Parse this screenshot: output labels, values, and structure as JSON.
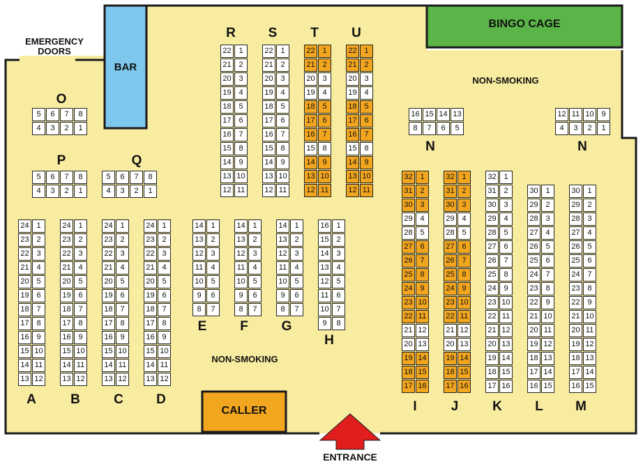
{
  "colors": {
    "floor": "#f8eca0",
    "wall": "#1a1a1a",
    "bar": "#7ec8ee",
    "bingo_cage": "#5ab447",
    "caller": "#f2a51e",
    "entrance_arrow": "#e01e1e",
    "highlighted_seat": "#f2a51e"
  },
  "labels": {
    "emergency_line1": "EMERGENCY",
    "emergency_line2": "DOORS",
    "bar": "BAR",
    "bingo_cage": "BINGO CAGE",
    "non_smoking_top": "NON-SMOKING",
    "non_smoking_bottom": "NON-SMOKING",
    "caller": "CALLER",
    "entrance": "ENTRANCE"
  },
  "sections": [
    {
      "id": "O",
      "label": "O",
      "rows": [
        [
          "5",
          "6",
          "7",
          "8"
        ],
        [
          "4",
          "3",
          "2",
          "1"
        ]
      ],
      "highlighted": []
    },
    {
      "id": "P",
      "label": "P",
      "rows": [
        [
          "5",
          "6",
          "7",
          "8"
        ],
        [
          "4",
          "3",
          "2",
          "1"
        ]
      ],
      "highlighted": []
    },
    {
      "id": "Q",
      "label": "Q",
      "rows": [
        [
          "5",
          "6",
          "7",
          "8"
        ],
        [
          "4",
          "3",
          "2",
          "1"
        ]
      ],
      "highlighted": []
    },
    {
      "id": "R",
      "label": "R",
      "rows": [
        [
          "22",
          "1"
        ],
        [
          "21",
          "2"
        ],
        [
          "20",
          "3"
        ],
        [
          "19",
          "4"
        ],
        [
          "18",
          "5"
        ],
        [
          "17",
          "6"
        ],
        [
          "16",
          "7"
        ],
        [
          "15",
          "8"
        ],
        [
          "14",
          "9"
        ],
        [
          "13",
          "10"
        ],
        [
          "12",
          "11"
        ]
      ],
      "highlighted": []
    },
    {
      "id": "S",
      "label": "S",
      "rows": [
        [
          "22",
          "1"
        ],
        [
          "21",
          "2"
        ],
        [
          "20",
          "3"
        ],
        [
          "19",
          "4"
        ],
        [
          "18",
          "5"
        ],
        [
          "17",
          "6"
        ],
        [
          "16",
          "7"
        ],
        [
          "15",
          "8"
        ],
        [
          "14",
          "9"
        ],
        [
          "13",
          "10"
        ],
        [
          "12",
          "11"
        ]
      ],
      "highlighted": []
    },
    {
      "id": "T",
      "label": "T",
      "rows": [
        [
          "22",
          "1"
        ],
        [
          "21",
          "2"
        ],
        [
          "20",
          "3"
        ],
        [
          "19",
          "4"
        ],
        [
          "18",
          "5"
        ],
        [
          "17",
          "6"
        ],
        [
          "16",
          "7"
        ],
        [
          "15",
          "8"
        ],
        [
          "14",
          "9"
        ],
        [
          "13",
          "10"
        ],
        [
          "12",
          "11"
        ]
      ],
      "highlighted": [
        "22",
        "1",
        "21",
        "2",
        "18",
        "5",
        "17",
        "6",
        "16",
        "7",
        "14",
        "9",
        "13",
        "10",
        "12",
        "11"
      ]
    },
    {
      "id": "U",
      "label": "U",
      "rows": [
        [
          "22",
          "1"
        ],
        [
          "21",
          "2"
        ],
        [
          "20",
          "3"
        ],
        [
          "19",
          "4"
        ],
        [
          "18",
          "5"
        ],
        [
          "17",
          "6"
        ],
        [
          "16",
          "7"
        ],
        [
          "15",
          "8"
        ],
        [
          "14",
          "9"
        ],
        [
          "13",
          "10"
        ],
        [
          "12",
          "11"
        ]
      ],
      "highlighted": [
        "22",
        "1",
        "21",
        "2",
        "18",
        "5",
        "17",
        "6",
        "16",
        "7",
        "14",
        "9",
        "13",
        "10",
        "12",
        "11"
      ]
    },
    {
      "id": "N1",
      "label": "N",
      "rows": [
        [
          "16",
          "15",
          "14",
          "13"
        ],
        [
          "8",
          "7",
          "6",
          "5"
        ]
      ],
      "highlighted": []
    },
    {
      "id": "N2",
      "label": "N",
      "rows": [
        [
          "12",
          "11",
          "10",
          "9"
        ],
        [
          "4",
          "3",
          "2",
          "1"
        ]
      ],
      "highlighted": []
    },
    {
      "id": "A",
      "label": "A",
      "rows": [
        [
          "24",
          "1"
        ],
        [
          "23",
          "2"
        ],
        [
          "22",
          "3"
        ],
        [
          "21",
          "4"
        ],
        [
          "20",
          "5"
        ],
        [
          "19",
          "6"
        ],
        [
          "18",
          "7"
        ],
        [
          "17",
          "8"
        ],
        [
          "16",
          "9"
        ],
        [
          "15",
          "10"
        ],
        [
          "14",
          "11"
        ],
        [
          "13",
          "12"
        ]
      ],
      "highlighted": []
    },
    {
      "id": "B",
      "label": "B",
      "rows": [
        [
          "24",
          "1"
        ],
        [
          "23",
          "2"
        ],
        [
          "22",
          "3"
        ],
        [
          "21",
          "4"
        ],
        [
          "20",
          "5"
        ],
        [
          "19",
          "6"
        ],
        [
          "18",
          "7"
        ],
        [
          "17",
          "8"
        ],
        [
          "16",
          "9"
        ],
        [
          "15",
          "10"
        ],
        [
          "14",
          "11"
        ],
        [
          "13",
          "12"
        ]
      ],
      "highlighted": []
    },
    {
      "id": "C",
      "label": "C",
      "rows": [
        [
          "24",
          "1"
        ],
        [
          "23",
          "2"
        ],
        [
          "22",
          "3"
        ],
        [
          "21",
          "4"
        ],
        [
          "20",
          "5"
        ],
        [
          "19",
          "6"
        ],
        [
          "18",
          "7"
        ],
        [
          "17",
          "8"
        ],
        [
          "16",
          "9"
        ],
        [
          "15",
          "10"
        ],
        [
          "14",
          "11"
        ],
        [
          "13",
          "12"
        ]
      ],
      "highlighted": []
    },
    {
      "id": "D",
      "label": "D",
      "rows": [
        [
          "24",
          "1"
        ],
        [
          "23",
          "2"
        ],
        [
          "22",
          "3"
        ],
        [
          "21",
          "4"
        ],
        [
          "20",
          "5"
        ],
        [
          "19",
          "6"
        ],
        [
          "18",
          "7"
        ],
        [
          "17",
          "8"
        ],
        [
          "16",
          "9"
        ],
        [
          "15",
          "10"
        ],
        [
          "14",
          "11"
        ],
        [
          "13",
          "12"
        ]
      ],
      "highlighted": []
    },
    {
      "id": "E",
      "label": "E",
      "rows": [
        [
          "14",
          "1"
        ],
        [
          "13",
          "2"
        ],
        [
          "12",
          "3"
        ],
        [
          "11",
          "4"
        ],
        [
          "10",
          "5"
        ],
        [
          "9",
          "6"
        ],
        [
          "8",
          "7"
        ]
      ],
      "highlighted": []
    },
    {
      "id": "F",
      "label": "F",
      "rows": [
        [
          "14",
          "1"
        ],
        [
          "13",
          "2"
        ],
        [
          "12",
          "3"
        ],
        [
          "11",
          "4"
        ],
        [
          "10",
          "5"
        ],
        [
          "9",
          "6"
        ],
        [
          "8",
          "7"
        ]
      ],
      "highlighted": []
    },
    {
      "id": "G",
      "label": "G",
      "rows": [
        [
          "14",
          "1"
        ],
        [
          "13",
          "2"
        ],
        [
          "12",
          "3"
        ],
        [
          "11",
          "4"
        ],
        [
          "10",
          "5"
        ],
        [
          "9",
          "6"
        ],
        [
          "8",
          "7"
        ]
      ],
      "highlighted": []
    },
    {
      "id": "H",
      "label": "H",
      "rows": [
        [
          "16",
          "1"
        ],
        [
          "15",
          "2"
        ],
        [
          "14",
          "3"
        ],
        [
          "13",
          "4"
        ],
        [
          "12",
          "5"
        ],
        [
          "11",
          "6"
        ],
        [
          "10",
          "7"
        ],
        [
          "9",
          "8"
        ]
      ],
      "highlighted": []
    },
    {
      "id": "I",
      "label": "I",
      "rows": [
        [
          "32",
          "1"
        ],
        [
          "31",
          "2"
        ],
        [
          "30",
          "3"
        ],
        [
          "29",
          "4"
        ],
        [
          "28",
          "5"
        ],
        [
          "27",
          "6"
        ],
        [
          "26",
          "7"
        ],
        [
          "25",
          "8"
        ],
        [
          "24",
          "9"
        ],
        [
          "23",
          "10"
        ],
        [
          "22",
          "11"
        ],
        [
          "21",
          "12"
        ],
        [
          "20",
          "13"
        ],
        [
          "19",
          "14"
        ],
        [
          "18",
          "15"
        ],
        [
          "17",
          "16"
        ]
      ],
      "highlighted": [
        "32",
        "1",
        "31",
        "2",
        "30",
        "3",
        "27",
        "6",
        "26",
        "7",
        "25",
        "8",
        "24",
        "9",
        "23",
        "10",
        "22",
        "11",
        "19",
        "14",
        "18",
        "15",
        "17",
        "16"
      ]
    },
    {
      "id": "J",
      "label": "J",
      "rows": [
        [
          "32",
          "1"
        ],
        [
          "31",
          "2"
        ],
        [
          "30",
          "3"
        ],
        [
          "29",
          "4"
        ],
        [
          "28",
          "5"
        ],
        [
          "27",
          "6"
        ],
        [
          "26",
          "7"
        ],
        [
          "25",
          "8"
        ],
        [
          "24",
          "9"
        ],
        [
          "23",
          "10"
        ],
        [
          "22",
          "11"
        ],
        [
          "21",
          "12"
        ],
        [
          "20",
          "13"
        ],
        [
          "19",
          "14"
        ],
        [
          "18",
          "15"
        ],
        [
          "17",
          "16"
        ]
      ],
      "highlighted": [
        "32",
        "1",
        "31",
        "2",
        "30",
        "3",
        "27",
        "6",
        "26",
        "7",
        "25",
        "8",
        "24",
        "9",
        "23",
        "10",
        "22",
        "11",
        "19",
        "14",
        "18",
        "15",
        "17",
        "16"
      ]
    },
    {
      "id": "K",
      "label": "K",
      "rows": [
        [
          "32",
          "1"
        ],
        [
          "31",
          "2"
        ],
        [
          "30",
          "3"
        ],
        [
          "29",
          "4"
        ],
        [
          "28",
          "5"
        ],
        [
          "27",
          "6"
        ],
        [
          "26",
          "7"
        ],
        [
          "25",
          "8"
        ],
        [
          "24",
          "9"
        ],
        [
          "23",
          "10"
        ],
        [
          "22",
          "11"
        ],
        [
          "21",
          "12"
        ],
        [
          "20",
          "13"
        ],
        [
          "19",
          "14"
        ],
        [
          "18",
          "15"
        ],
        [
          "17",
          "16"
        ]
      ],
      "highlighted": []
    },
    {
      "id": "L",
      "label": "L",
      "rows": [
        [
          "30",
          "1"
        ],
        [
          "29",
          "2"
        ],
        [
          "28",
          "3"
        ],
        [
          "27",
          "4"
        ],
        [
          "26",
          "5"
        ],
        [
          "25",
          "6"
        ],
        [
          "24",
          "7"
        ],
        [
          "23",
          "8"
        ],
        [
          "22",
          "9"
        ],
        [
          "21",
          "10"
        ],
        [
          "20",
          "11"
        ],
        [
          "19",
          "12"
        ],
        [
          "18",
          "13"
        ],
        [
          "17",
          "14"
        ],
        [
          "16",
          "15"
        ]
      ],
      "highlighted": []
    },
    {
      "id": "M",
      "label": "M",
      "rows": [
        [
          "30",
          "1"
        ],
        [
          "29",
          "2"
        ],
        [
          "28",
          "3"
        ],
        [
          "27",
          "4"
        ],
        [
          "26",
          "5"
        ],
        [
          "25",
          "6"
        ],
        [
          "24",
          "7"
        ],
        [
          "23",
          "8"
        ],
        [
          "22",
          "9"
        ],
        [
          "21",
          "10"
        ],
        [
          "20",
          "11"
        ],
        [
          "19",
          "12"
        ],
        [
          "18",
          "13"
        ],
        [
          "17",
          "14"
        ],
        [
          "16",
          "15"
        ]
      ],
      "highlighted": []
    }
  ]
}
